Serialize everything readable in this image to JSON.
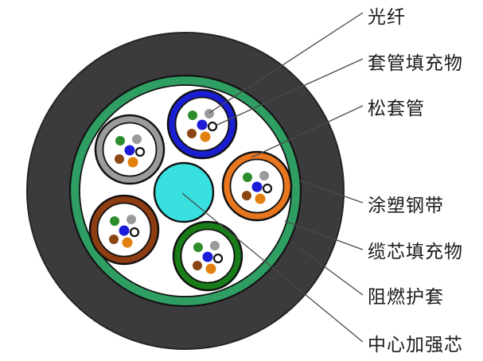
{
  "diagram": {
    "kind": "fiber-optic-cable-cross-section",
    "tube_count": 5,
    "fibers_per_tube": 6
  },
  "colors": {
    "background": "#ffffff",
    "jacket": "#3b3b3d",
    "jacket_outline": "#242426",
    "steel_tape": "#2f9e62",
    "interior": "#ffffff",
    "strength_member": "#38e1e0",
    "outline": "#131313",
    "leader_line": "#4a4a4a",
    "label_text": "#1b1b1b"
  },
  "tubes": [
    {
      "name": "tube-blue",
      "position": "top",
      "color": "#1a1ed2"
    },
    {
      "name": "tube-gray",
      "position": "upper-left",
      "color": "#9b9b9b"
    },
    {
      "name": "tube-orange",
      "position": "right",
      "color": "#e8761e"
    },
    {
      "name": "tube-brown",
      "position": "lower-left",
      "color": "#8e3c12"
    },
    {
      "name": "tube-green",
      "position": "bottom",
      "color": "#187c18"
    }
  ],
  "fiber_colors": {
    "green": "#2c8c2c",
    "gray": "#9a9a9a",
    "blue": "#1b1bd8",
    "white": "#ffffff",
    "brown": "#8a4613",
    "orange": "#e2810f"
  },
  "annotations": [
    {
      "text": "光纤",
      "points_to": "optical-fiber-dot"
    },
    {
      "text": "套管填充物",
      "points_to": "tube-filler"
    },
    {
      "text": "松套管",
      "points_to": "loose-tube-ring"
    },
    {
      "text": "涂塑钢带",
      "points_to": "coated-steel-tape-ring"
    },
    {
      "text": "缆芯填充物",
      "points_to": "cable-core-filler"
    },
    {
      "text": "阻燃护套",
      "points_to": "flame-retardant-jacket"
    },
    {
      "text": "中心加强芯",
      "points_to": "central-strength-member"
    }
  ]
}
